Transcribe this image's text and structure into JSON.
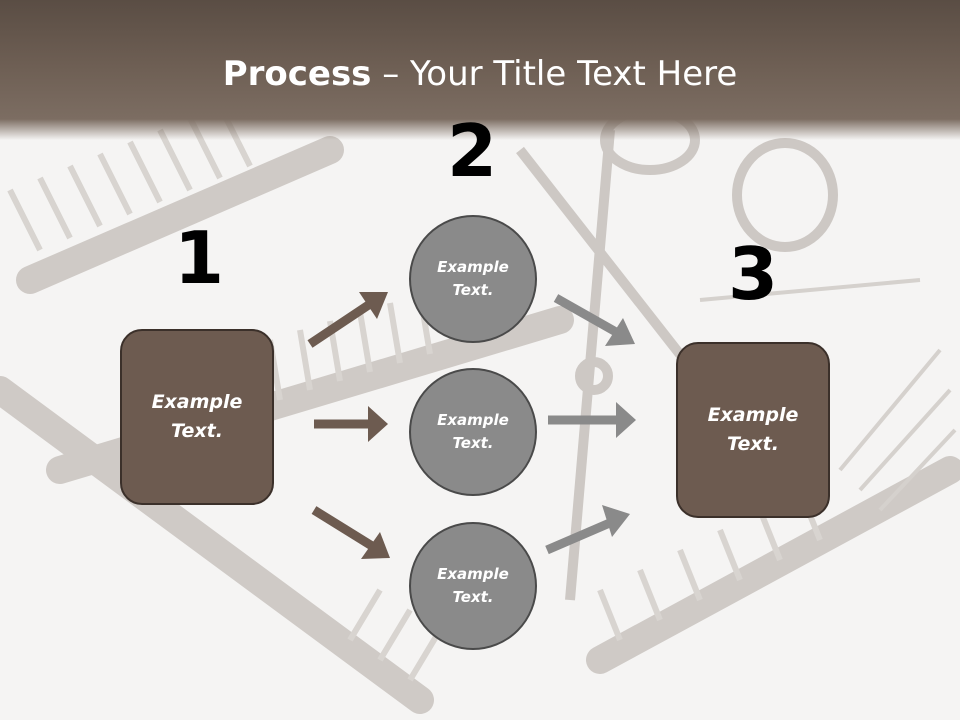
{
  "title": {
    "bold": "Process",
    "rest": " – Your Title Text Here"
  },
  "steps": {
    "one": "1",
    "two": "2",
    "three": "3"
  },
  "left_box": {
    "text": "Example Text."
  },
  "circles": [
    {
      "text": "Example Text."
    },
    {
      "text": "Example Text."
    },
    {
      "text": "Example Text."
    }
  ],
  "right_box": {
    "text": "Example Text."
  },
  "colors": {
    "title_band": "#6d5e53",
    "box_fill": "#6d5b50",
    "circle_fill": "#8a8a8a",
    "left_arrows": "#6d5b50",
    "right_arrows": "#8a8a8a"
  }
}
